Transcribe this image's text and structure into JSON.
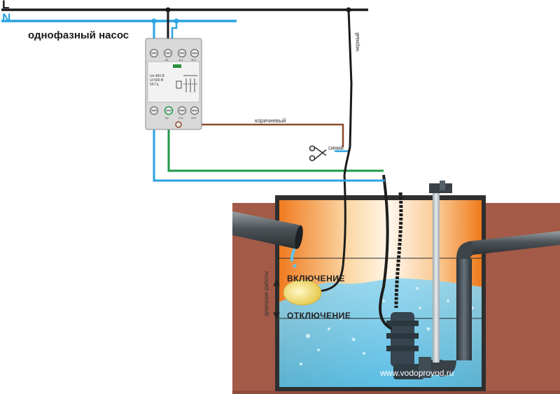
{
  "lines": {
    "phase": "L",
    "neutral": "N"
  },
  "title": "однофазный насос",
  "relay": {
    "spec_line1": "Un 400 В",
    "spec_line2": "Ui 500 В",
    "spec_line3": "50 Гц",
    "top_terminals": [
      "A1",
      "1L1",
      "3L2"
    ],
    "bottom_terminals": [
      "A2",
      "2T1",
      "4T2"
    ]
  },
  "wires": {
    "black": "черный",
    "brown": "коричневый",
    "blue": "синий"
  },
  "levels": {
    "on": "ВКЛЮЧЕНИЕ",
    "off": "ОТКЛЮЧЕНИЕ",
    "range": "диапазон работы"
  },
  "watermark": "www.vodoprovod.ru",
  "icons": {
    "cut_point": "scissors-icon"
  },
  "colors": {
    "phase_wire": "#1a1a1a",
    "neutral_wire": "#29a3e0",
    "ground_wire": "#1f9a4a",
    "brown_wire": "#8b4a2b",
    "water": "#5fc2e8",
    "soil": "#a65a48",
    "tank_glow": "#f28a2e",
    "float": "#f4e07a"
  }
}
